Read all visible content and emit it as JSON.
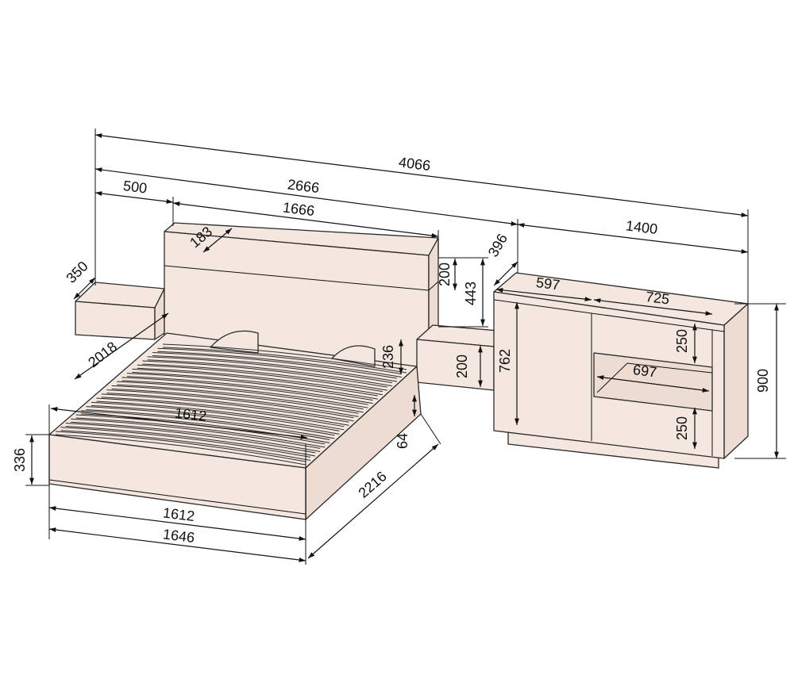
{
  "title": "Bedroom set dimensions (mm)",
  "dimensions": {
    "total_width": "4066",
    "bed_headboard_span": "2666",
    "nightstand_width": "500",
    "headboard_width": "1666",
    "dresser_width": "1400",
    "headboard_shelf_depth": "183",
    "nightstand_depth": "350",
    "dresser_depth": "396",
    "headboard_shelf_height": "200",
    "headboard_height": "443",
    "dresser_door_width": "597",
    "dresser_drawer_width": "725",
    "nightstand_mount_height": "236",
    "nightstand_height": "200",
    "dresser_door_height": "762",
    "drawer_top_height": "250",
    "niche_width": "697",
    "drawer_bottom_height": "250",
    "dresser_height": "900",
    "bed_length": "2018",
    "mattress_width": "1612",
    "bed_frame_height": "336",
    "plinth_height": "64",
    "bed_total_length": "2216",
    "bed_inner_width": "1612",
    "bed_total_width": "1646"
  }
}
